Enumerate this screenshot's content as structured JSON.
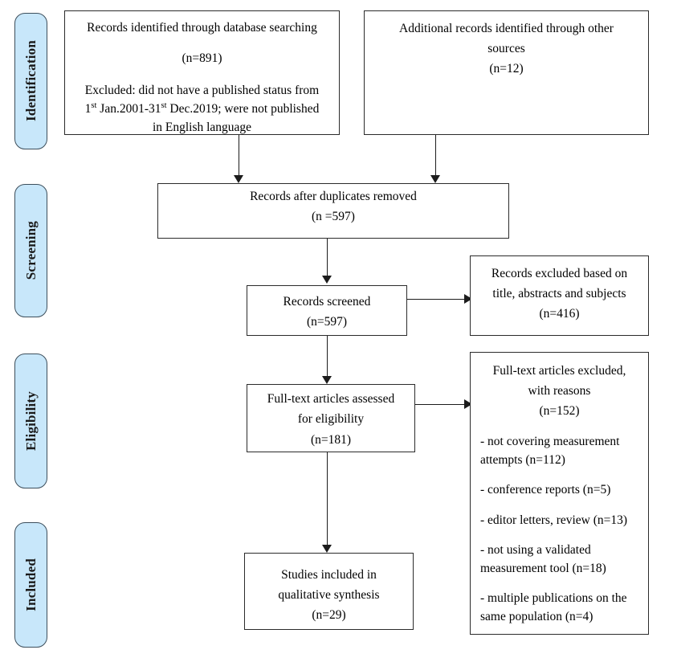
{
  "diagram": {
    "title": "PRISMA flow diagram",
    "accent_badge_fill": "#c8e7fa",
    "accent_badge_border": "#3d4f5c",
    "line_color": "#1c1c1c",
    "box_border_color": "#2b2b2b"
  },
  "stages": [
    {
      "label": "Identification"
    },
    {
      "label": "Screening"
    },
    {
      "label": "Eligibility"
    },
    {
      "label": "Included"
    }
  ],
  "boxes": {
    "database_search": {
      "line1": "Records identified through database searching",
      "line2": "(n=891)",
      "excluded_prefix": "Excluded: did not have a published status from",
      "excluded_date_1": "1",
      "excluded_date_1_sup": "st",
      "excluded_date_mid": " Jan.2001-31",
      "excluded_date_2_sup": "st",
      "excluded_date_tail": " Dec.2019; were not published",
      "excluded_line3": "in English language"
    },
    "other_sources": {
      "text": "Additional records identified through other\nsources\n(n=12)"
    },
    "duplicates_removed": {
      "text": "Records after duplicates removed\n(n =597)"
    },
    "records_screened": {
      "text": "Records screened\n(n=597)"
    },
    "records_excluded": {
      "text": "Records excluded based on\ntitle, abstracts and subjects\n(n=416)"
    },
    "fulltext_assessed": {
      "text": "Full-text articles assessed\nfor eligibility\n(n=181)"
    },
    "fulltext_excluded": {
      "header": "Full-text articles excluded,\nwith reasons\n(n=152)",
      "reasons": [
        "- not covering measurement\nattempts (n=112)",
        "- conference reports (n=5)",
        "- editor letters, review (n=13)",
        "- not using a validated\nmeasurement tool (n=18)",
        "- multiple publications on the\nsame population (n=4)"
      ]
    },
    "studies_included": {
      "text": "Studies included in\nqualitative synthesis\n(n=29)"
    }
  }
}
